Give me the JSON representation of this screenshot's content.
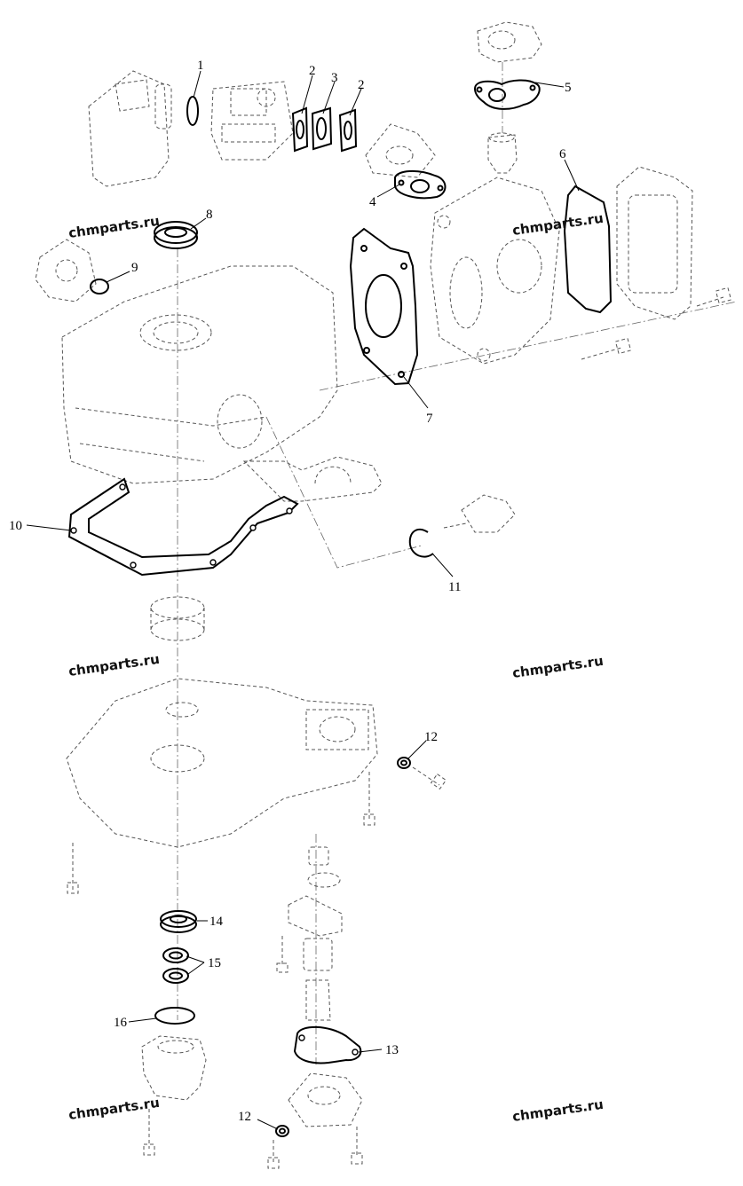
{
  "watermark": "chmparts.ru",
  "callouts": {
    "c1": "1",
    "c2a": "2",
    "c3": "3",
    "c2b": "2",
    "c4": "4",
    "c5": "5",
    "c6": "6",
    "c7": "7",
    "c8": "8",
    "c9": "9",
    "c10": "10",
    "c11": "11",
    "c12a": "12",
    "c12b": "12",
    "c13": "13",
    "c14": "14",
    "c15": "15",
    "c16": "16"
  },
  "colors": {
    "line": "#000000",
    "hidden_line": "#555555",
    "background": "#ffffff"
  }
}
